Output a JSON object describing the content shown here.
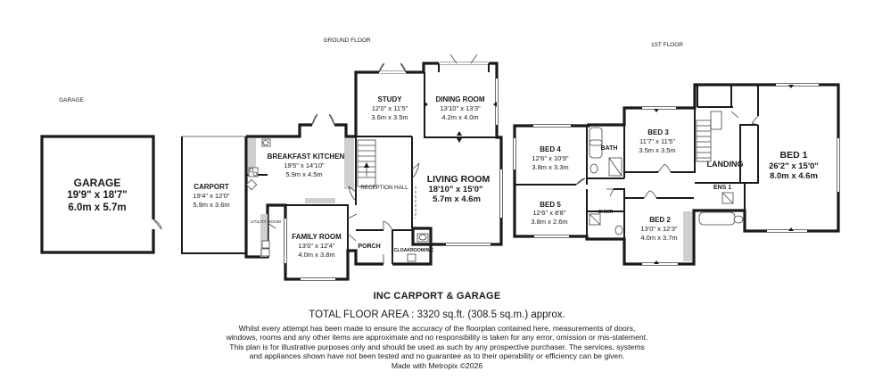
{
  "floors": {
    "ground_title": "GROUND FLOOR",
    "first_title": "1ST FLOOR",
    "garage_title": "GARAGE"
  },
  "rooms": {
    "garage": {
      "name": "GARAGE",
      "imperial": "19'9\"  x 18'7\"",
      "metric": "6.0m  x 5.7m"
    },
    "carport": {
      "name": "CARPORT",
      "imperial": "19'4\"  x 12'0\"",
      "metric": "5.9m  x 3.6m"
    },
    "breakfast_kitchen": {
      "name": "BREAKFAST KITCHEN",
      "imperial": "19'5\"  x 14'10\"",
      "metric": "5.9m  x 4.5m"
    },
    "utility": {
      "name": "UTILITY ROOM"
    },
    "family": {
      "name": "FAMILY ROOM",
      "imperial": "13'0\"  x 12'4\"",
      "metric": "4.0m  x 3.8m"
    },
    "study": {
      "name": "STUDY",
      "imperial": "12'0\"  x 11'5\"",
      "metric": "3.6m  x 3.5m"
    },
    "dining": {
      "name": "DINING ROOM",
      "imperial": "13'10\"  x 13'3\"",
      "metric": "4.2m  x 4.0m"
    },
    "reception": {
      "name": "RECEPTION HALL"
    },
    "living": {
      "name": "LIVING ROOM",
      "imperial": "18'10\"  x 15'0\"",
      "metric": "5.7m  x 4.6m"
    },
    "porch": {
      "name": "PORCH"
    },
    "cloakroom": {
      "name": "CLOAKROOM/WC"
    },
    "bed4": {
      "name": "BED 4",
      "imperial": "12'6\"  x 10'9\"",
      "metric": "3.8m  x 3.3m"
    },
    "bath": {
      "name": "BATH"
    },
    "bed3": {
      "name": "BED 3",
      "imperial": "11'7\"  x 11'5\"",
      "metric": "3.5m  x 3.5m"
    },
    "landing": {
      "name": "LANDING"
    },
    "bed1": {
      "name": "BED 1",
      "imperial": "26'2\"  x 15'0\"",
      "metric": "8.0m  x 4.6m"
    },
    "bed5": {
      "name": "BED 5",
      "imperial": "12'6\"  x 8'8\"",
      "metric": "3.8m  x 2.6m"
    },
    "shwr": {
      "name": "SHWR"
    },
    "bed2": {
      "name": "BED 2",
      "imperial": "13'0\"  x 12'3\"",
      "metric": "4.0m  x 3.7m"
    },
    "ens1": {
      "name": "ENS 1"
    }
  },
  "footer": {
    "inc": "INC CARPORT & GARAGE",
    "total_label": "TOTAL FLOOR AREA :",
    "total_value": "3320 sq.ft. (308.5 sq.m.) approx.",
    "disclaimer": "Whilst every attempt has been made to ensure the accuracy of the floorplan contained here, measurements of doors, windows, rooms and any other items are approximate and no responsibility is taken for any error, omission or mis-statement. This plan is for illustrative purposes only and should be used as such by any prospective purchaser. The services, systems and appliances shown have not been tested and no guarantee as to their operability or efficiency can be given.",
    "made_with": "Made with Metropix ©2026"
  }
}
